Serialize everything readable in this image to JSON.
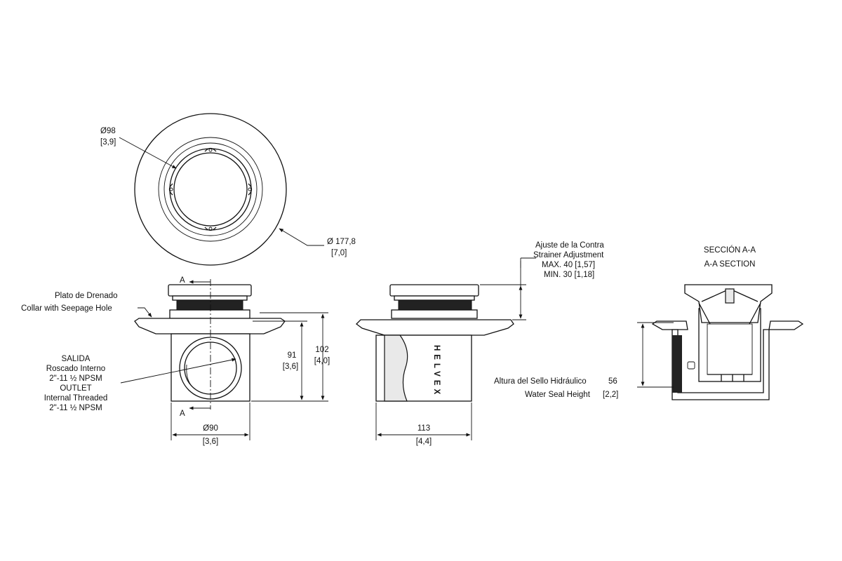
{
  "top_view": {
    "d98_label": "Ø98",
    "d98_inch": "[3,9]",
    "d177_label": "Ø 177,8",
    "d177_inch": "[7,0]"
  },
  "front_view": {
    "plate_es": "Plato de Drenado",
    "plate_en": "Collar with Seepage Hole",
    "outlet_es_1": "SALIDA",
    "outlet_es_2": "Roscado Interno",
    "outlet_es_3": "2\"-11 ½ NPSM",
    "outlet_en_1": "OUTLET",
    "outlet_en_2": "Internal Threaded",
    "outlet_en_3": "2\"-11 ½ NPSM",
    "section_mark_top": "A",
    "section_mark_bottom": "A",
    "dim_91": "91",
    "dim_91_inch": "[3,6]",
    "dim_102": "102",
    "dim_102_inch": "[4,0]",
    "dim_90": "Ø90",
    "dim_90_inch": "[3,6]"
  },
  "side_view": {
    "adj_es": "Ajuste de la Contra",
    "adj_en": "Strainer Adjustment",
    "max": "MAX. 40 [1,57]",
    "min": "MIN. 30 [1,18]",
    "brand": "HELVEX",
    "dim_113": "113",
    "dim_113_inch": "[4,4]"
  },
  "section_view": {
    "title_es": "SECCIÓN A-A",
    "title_en": "A-A SECTION",
    "seal_es": "Altura del Sello Hidráulico",
    "seal_en": "Water Seal Height",
    "seal_mm": "56",
    "seal_inch": "[2,2]"
  }
}
